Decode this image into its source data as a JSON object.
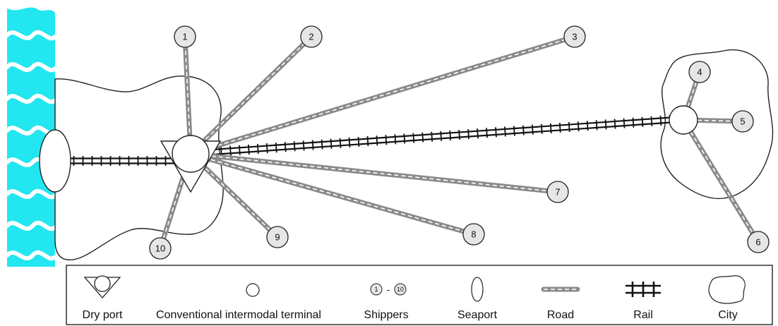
{
  "colors": {
    "sea": "#22e6f0",
    "road_outer": "#8a8a8a",
    "road_dash": "#ffffff",
    "rail": "#111111",
    "shipper_fill": "#e6e6e6",
    "outline": "#222222"
  },
  "shippers": [
    {
      "id": "1",
      "label": "1"
    },
    {
      "id": "2",
      "label": "2"
    },
    {
      "id": "3",
      "label": "3"
    },
    {
      "id": "4",
      "label": "4"
    },
    {
      "id": "5",
      "label": "5"
    },
    {
      "id": "6",
      "label": "6"
    },
    {
      "id": "7",
      "label": "7"
    },
    {
      "id": "8",
      "label": "8"
    },
    {
      "id": "9",
      "label": "9"
    },
    {
      "id": "10",
      "label": "10"
    }
  ],
  "legend": {
    "dry_port": "Dry port",
    "terminal": "Conventional intermodal terminal",
    "shippers": "Shippers",
    "shippers_range_from": "1",
    "shippers_range_sep": "-",
    "shippers_range_to": "10",
    "seaport": "Seaport",
    "road": "Road",
    "rail": "Rail",
    "city": "City"
  }
}
